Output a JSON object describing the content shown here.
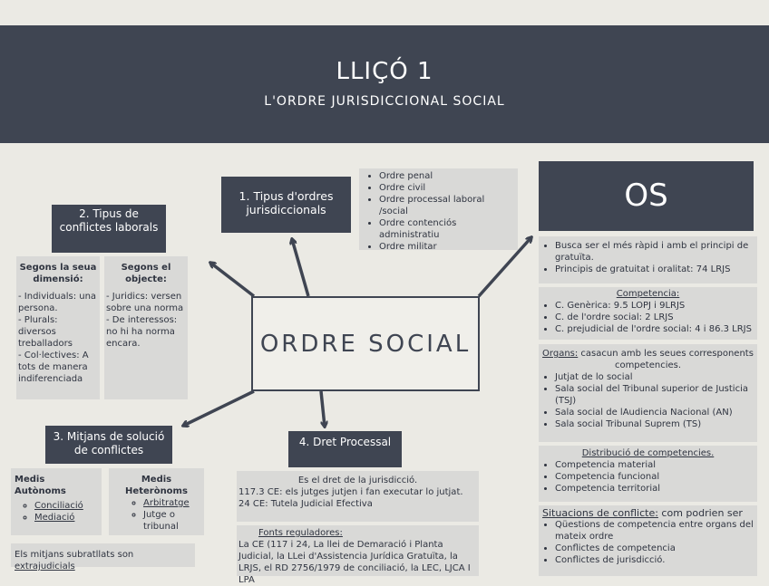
{
  "header": {
    "title": "LLIÇÓ 1",
    "subtitle": "L'ORDRE JURISDICCIONAL SOCIAL"
  },
  "center": "ORDRE SOCIAL",
  "tipus_ordres": {
    "label": "1. Tipus d'ordres jurisdiccionals",
    "items": [
      "Ordre penal",
      "Ordre civil",
      "Ordre processal laboral /social",
      "Ordre contenciós administratiu",
      "Ordre militar"
    ]
  },
  "conflictes": {
    "label": "2. Tipus de conflictes laborals",
    "dimensio": {
      "head": "Segons la seua dimensió:",
      "text": "- Individuals: una persona.\n- Plurals: diversos treballadors\n- Col·lectives: A tots de manera indiferenciada"
    },
    "objecte": {
      "head": "Segons el objecte:",
      "text": "- Juridics: versen sobre una norma\n- De interessos: no hi ha norma encara."
    }
  },
  "mitjans": {
    "label": "3. Mitjans de solució de conflictes",
    "autonoms": {
      "head": "Medis Autònoms",
      "items": [
        "Conciliació",
        "Mediació"
      ]
    },
    "heteronoms": {
      "head": "Medis Heterònoms",
      "items": [
        "Arbitratge",
        "Jutge o tribunal"
      ]
    },
    "note_prefix": "Els mitjans subratllats son ",
    "note_link": "extrajudicials"
  },
  "dret": {
    "label": "4. Dret Processal",
    "def_title": "Es el dret de la jurisdicció.",
    "def_lines": [
      "117.3 CE: els jutges jutjen i fan executar lo jutjat.",
      "24 CE: Tutela Judicial Efectiva"
    ],
    "fonts_title": "Fonts reguladores:",
    "fonts_text": "La CE (117 i 24, La llei de Demaració i Planta Judicial, la LLei d'Assistencia Jurídica Gratuïta, la LRJS, el RD 2756/1979 de conciliació, la LEC, LJCA I LPA"
  },
  "os": {
    "label": "OS",
    "principis": [
      "Busca ser el més ràpid i amb el principi de gratuïta.",
      "Principis de gratuitat i oralitat: 74 LRJS"
    ],
    "competencia": {
      "title": "Competencia:",
      "items": [
        "C. Genèrica: 9.5 LOPJ i 9LRJS",
        "C. de l'ordre social: 2 LRJS",
        "C. prejudicial de l'ordre social: 4 i 86.3 LRJS"
      ]
    },
    "organs": {
      "title": "Organs:",
      "title_rest": " casacun amb les seues corresponents competencies.",
      "items": [
        "Jutjat de lo social",
        "Sala social del Tribunal superior de Justicia (TSJ)",
        "Sala social de lAudiencia Nacional (AN)",
        "Sala social Tribunal Suprem (TS)"
      ]
    },
    "distribucio": {
      "title": "Distribució de competencies.",
      "items": [
        "Competencia material",
        "Competencia funcional",
        "Competencia territorial"
      ]
    },
    "situacions": {
      "title": "Situacions de conflicte:",
      "title_rest": " com podrien ser",
      "items": [
        "Qüestions de competencia entre organs del mateix ordre",
        "Conflictes de competencia",
        "Conflictes de jurisdicció."
      ]
    }
  }
}
